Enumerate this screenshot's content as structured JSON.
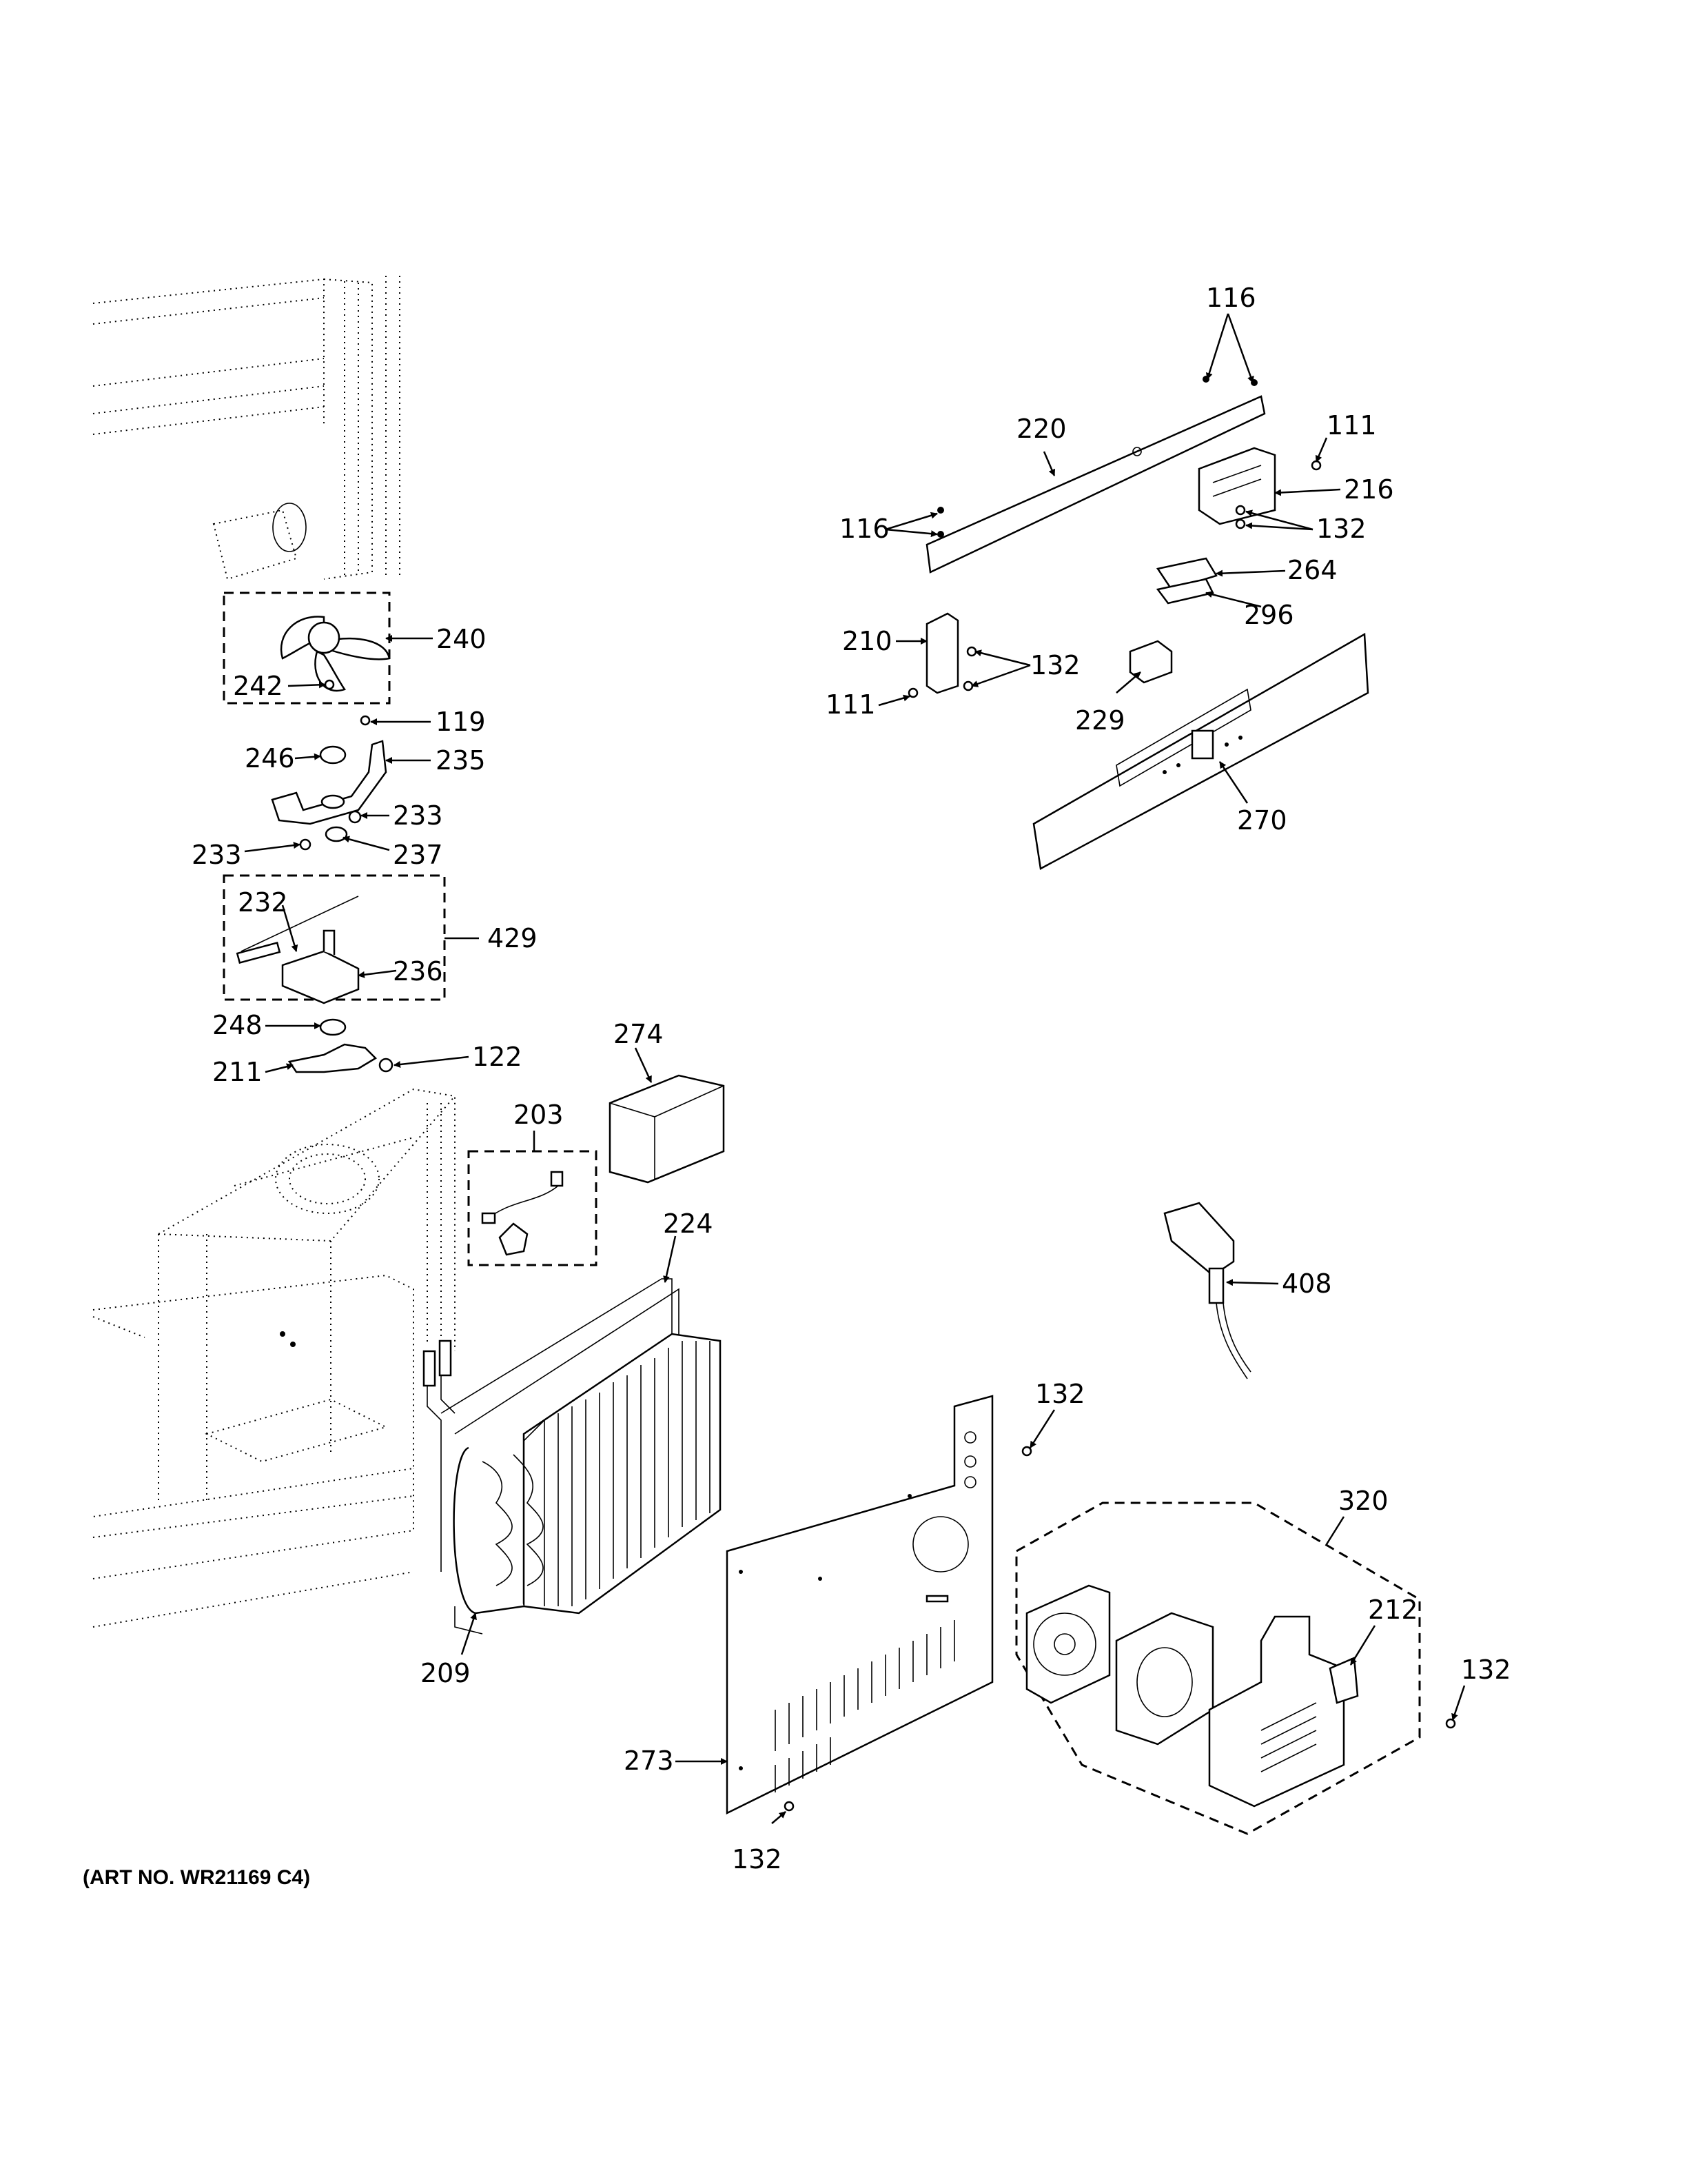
{
  "art_number": "(ART NO. WR21169 C4)",
  "callouts": {
    "c116a": "116",
    "c116b": "116",
    "c111a": "111",
    "c111b": "111",
    "c220": "220",
    "c216": "216",
    "c132a": "132",
    "c264": "264",
    "c296": "296",
    "c210": "210",
    "c132b": "132",
    "c229": "229",
    "c270": "270",
    "c240": "240",
    "c242": "242",
    "c119": "119",
    "c246": "246",
    "c235": "235",
    "c233a": "233",
    "c233b": "233",
    "c237": "237",
    "c232": "232",
    "c429": "429",
    "c236": "236",
    "c248": "248",
    "c211": "211",
    "c122": "122",
    "c274": "274",
    "c203": "203",
    "c224": "224",
    "c209": "209",
    "c408": "408",
    "c132c": "132",
    "c320": "320",
    "c212": "212",
    "c132d": "132",
    "c273": "273",
    "c132e": "132"
  }
}
